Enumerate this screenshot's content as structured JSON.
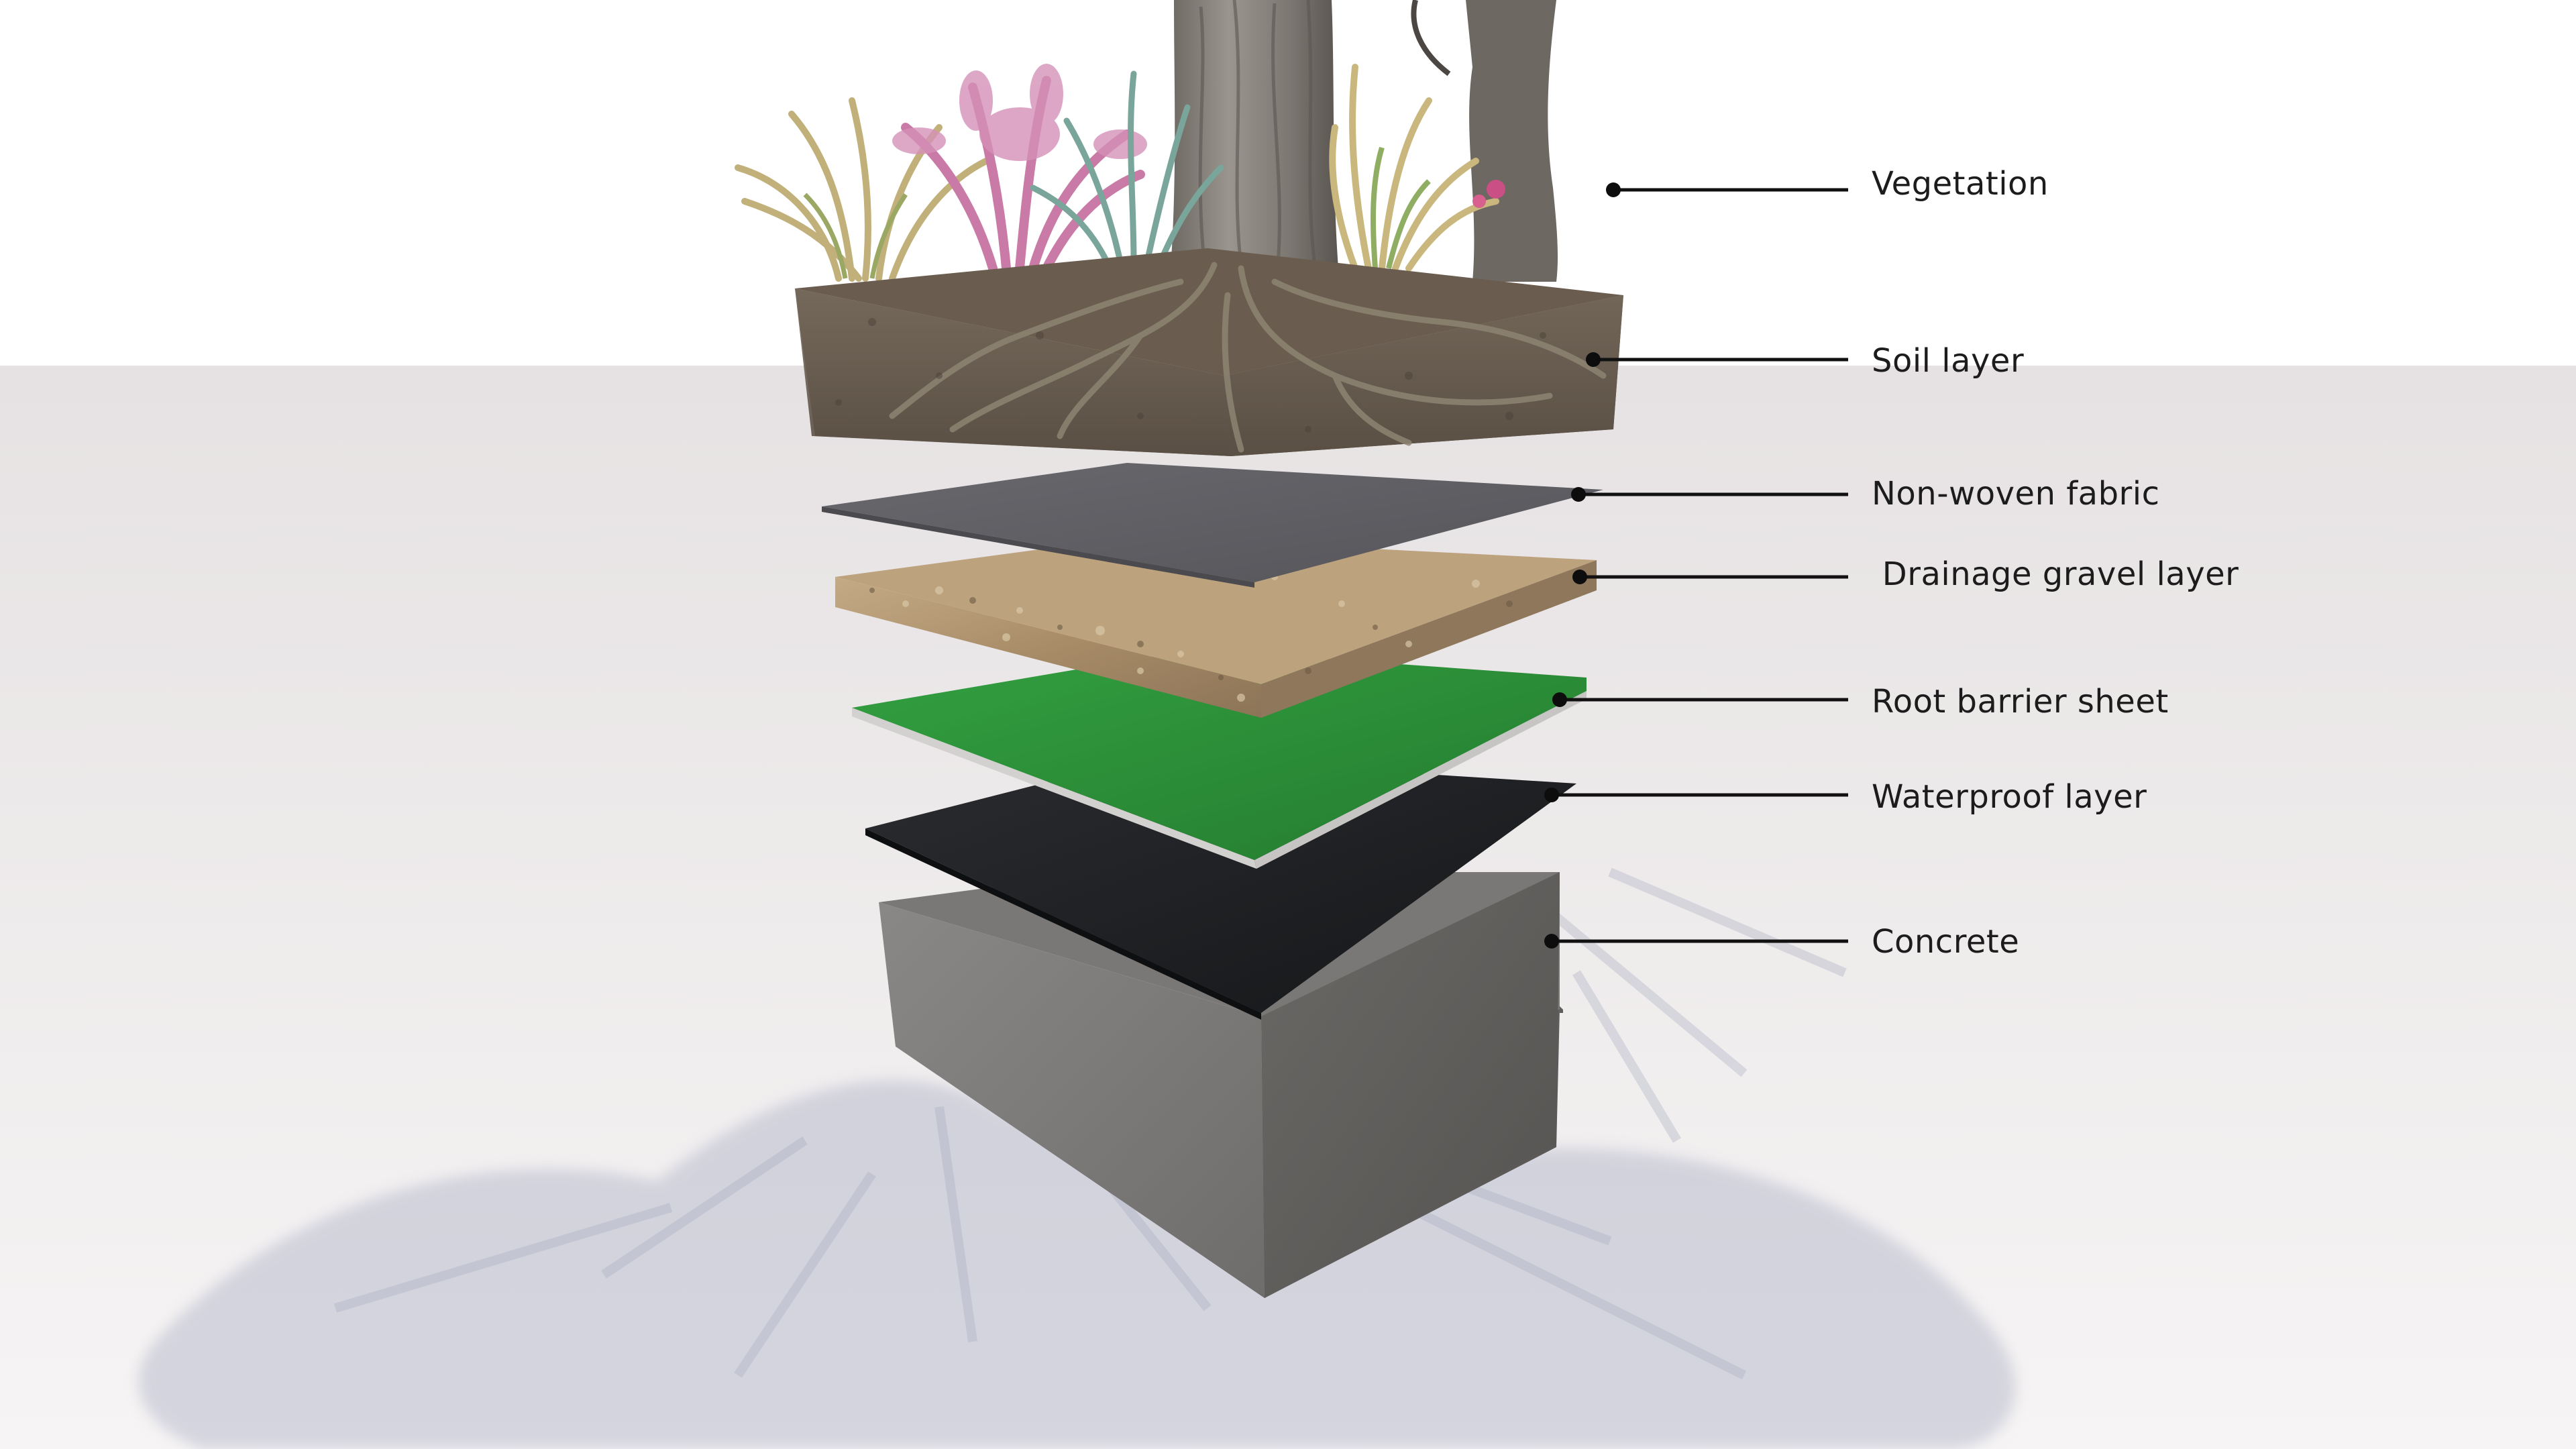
{
  "layers": [
    {
      "id": "vegetation",
      "label": "Vegetation",
      "icon": "grass-plant-icon"
    },
    {
      "id": "soil",
      "label": "Soil layer",
      "color": "#6b5e50"
    },
    {
      "id": "fabric",
      "label": "Non-woven fabric",
      "color": "#5d5d62"
    },
    {
      "id": "gravel",
      "label": " Drainage gravel layer",
      "color": "#a88f6e"
    },
    {
      "id": "root-barrier",
      "label": "Root barrier sheet",
      "color": "#2c8a37"
    },
    {
      "id": "waterproof",
      "label": "Waterproof layer",
      "color": "#1d1f22"
    },
    {
      "id": "concrete",
      "label": "Concrete",
      "color": "#7c7a78"
    }
  ]
}
